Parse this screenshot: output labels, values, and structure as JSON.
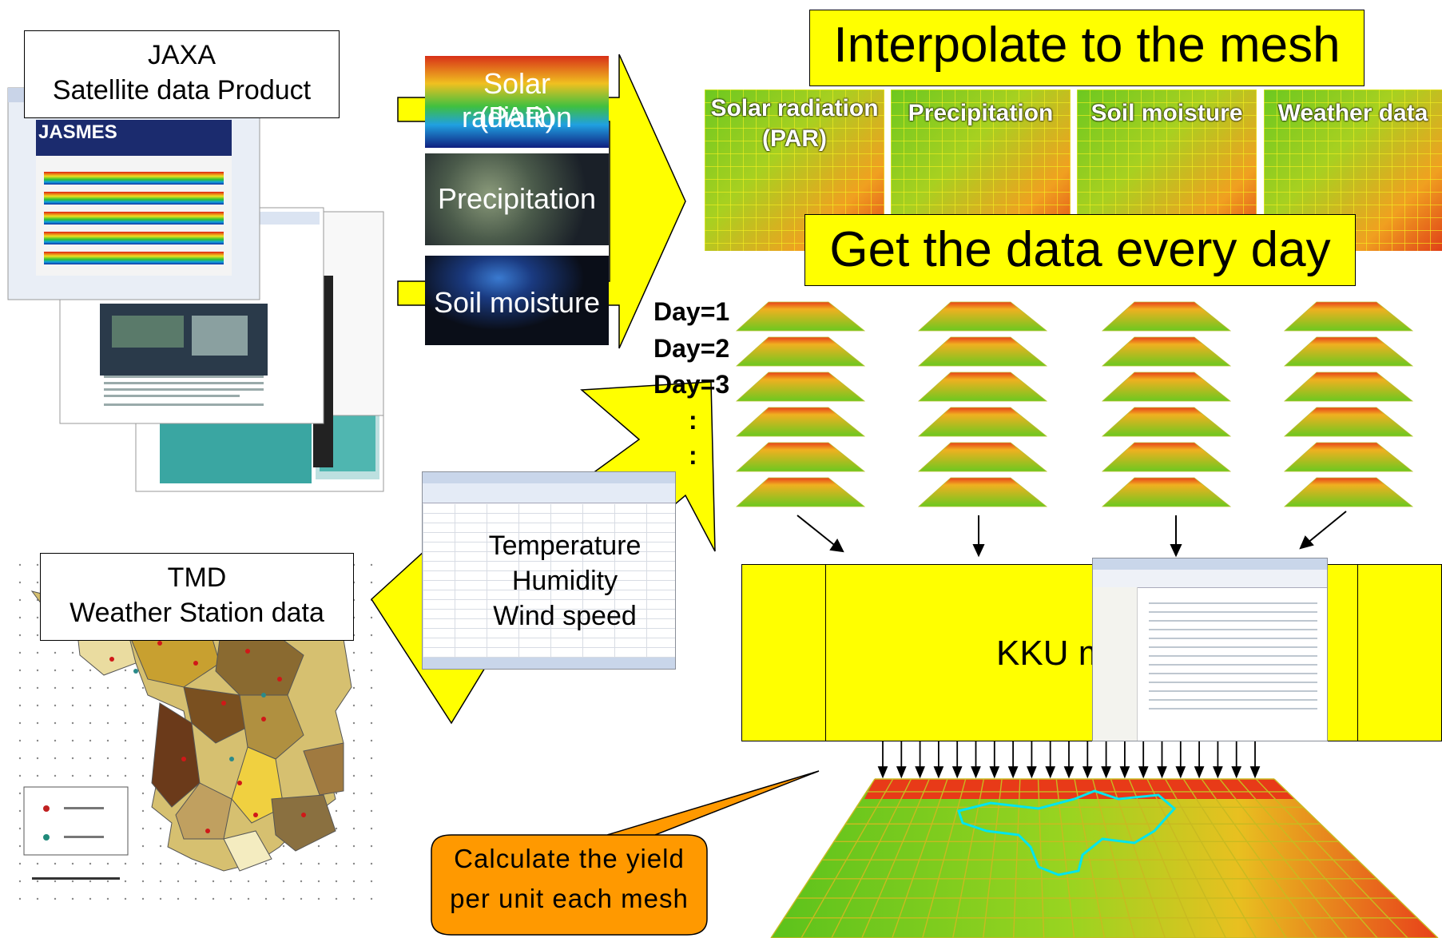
{
  "sources": {
    "jaxa": {
      "title": "JAXA",
      "subtitle": "Satellite data Product",
      "site_name": "JASMES"
    },
    "tmd": {
      "title": "TMD",
      "subtitle": "Weather Station data"
    }
  },
  "satellite_products": [
    {
      "label_line1": "Solar radiation",
      "label_line2": "(PAR)"
    },
    {
      "label_line1": "Precipitation",
      "label_line2": ""
    },
    {
      "label_line1": "Soil moisture",
      "label_line2": ""
    }
  ],
  "station_variables": [
    "Temperature",
    "Humidity",
    "Wind speed"
  ],
  "steps": {
    "interpolate": "Interpolate to the mesh",
    "daily": "Get the data every day"
  },
  "mesh_layers": [
    {
      "label_line1": "Solar radiation",
      "label_line2": "(PAR)"
    },
    {
      "label_line1": "Precipitation",
      "label_line2": ""
    },
    {
      "label_line1": "Soil moisture",
      "label_line2": ""
    },
    {
      "label_line1": "Weather data",
      "label_line2": ""
    }
  ],
  "days": [
    "Day=1",
    "Day=2",
    "Day=3",
    ":",
    ":"
  ],
  "model": {
    "label": "KKU model"
  },
  "output": {
    "callout_line1": "Calculate the yield",
    "callout_line2": "per unit each mesh"
  },
  "colors": {
    "yellow": "#ffff00",
    "callout": "#ff9900",
    "mesh_green": "#66cc22",
    "mesh_red": "#ee3311",
    "boundary": "#00e5ee"
  }
}
